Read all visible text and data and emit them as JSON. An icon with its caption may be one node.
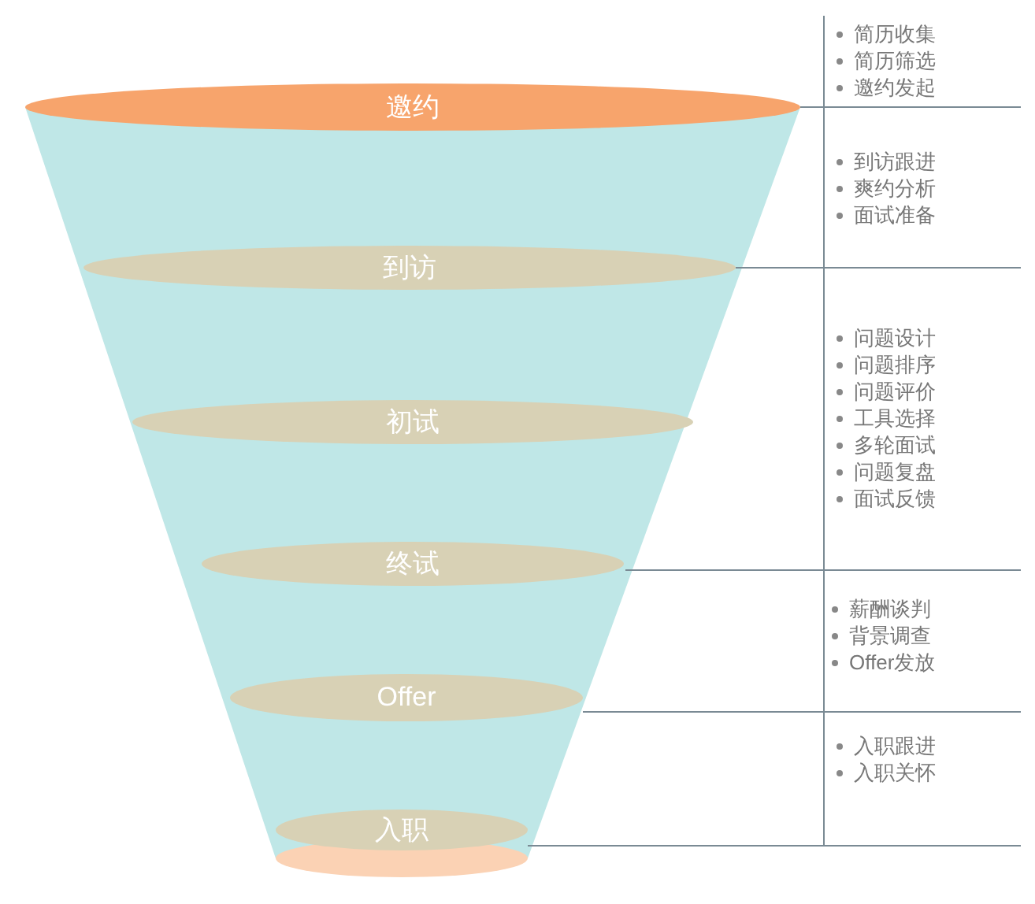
{
  "diagram": {
    "nodes": [
      {
        "text": [
          "邀约"
        ]
      },
      {
        "text": [
          "到访"
        ]
      },
      {
        "text": [
          "初试"
        ]
      },
      {
        "text": [
          "终试"
        ]
      },
      {
        "text": [
          "Offer"
        ]
      },
      {
        "text": [
          "入职"
        ]
      }
    ],
    "labels": [
      "简历收集",
      "简历筛选",
      "邀约发起",
      "到访跟进",
      "爽约分析",
      "面试准备",
      "问题设计",
      "问题排序",
      "问题评价",
      "工具选择",
      "多轮面试",
      "问题复盘",
      "面试反馈",
      "薪酬谈判",
      "背景调查",
      "Offer发放",
      "入职跟进",
      "入职关怀"
    ]
  }
}
